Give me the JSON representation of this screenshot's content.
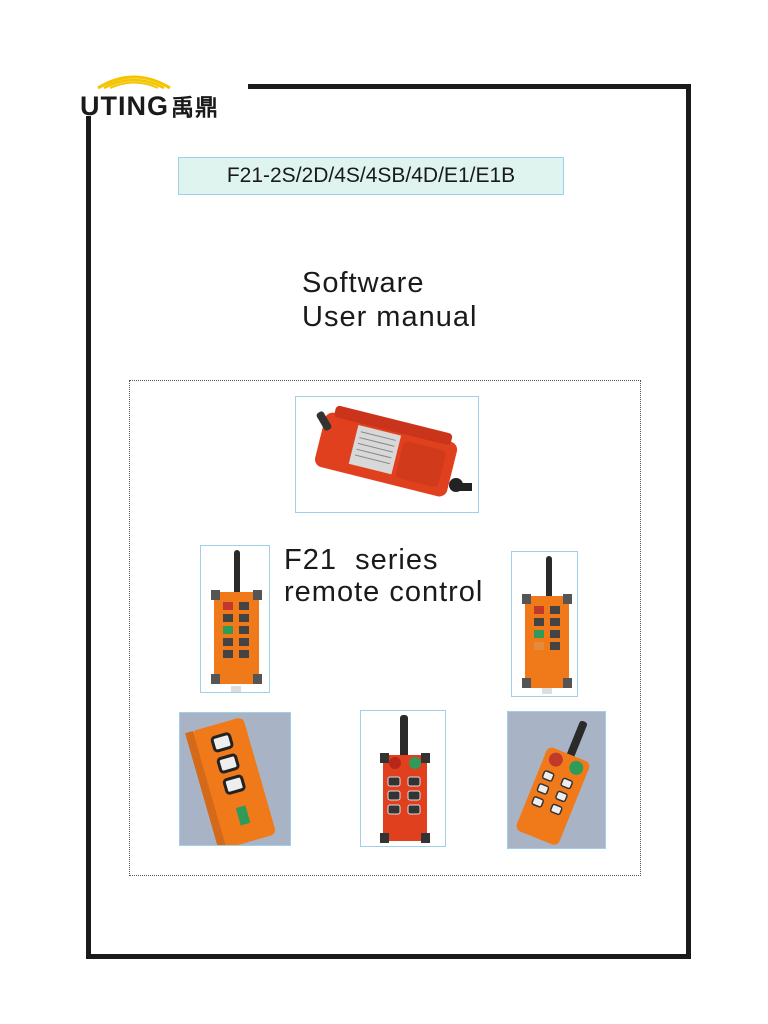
{
  "logo": {
    "brand": "UTING",
    "chinese": "禹鼎"
  },
  "model_code": "F21-2S/2D/4S/4SB/4D/E1/E1B",
  "title": {
    "line1": "Software",
    "line2": "User manual"
  },
  "series": {
    "line1": "F21  series",
    "line2": "remote control"
  },
  "colors": {
    "accent_orange": "#f07a1a",
    "body_red": "#e0401e",
    "frame": "#1a1a1a",
    "box_fill": "#dff3ef",
    "box_border": "#9fd0ea"
  },
  "photos": [
    {
      "name": "receiver-unit-photo"
    },
    {
      "name": "remote-6-button-left-photo"
    },
    {
      "name": "remote-6-button-right-photo"
    },
    {
      "name": "remote-angled-3-button-photo"
    },
    {
      "name": "remote-red-6-button-photo"
    },
    {
      "name": "remote-angled-estop-photo"
    }
  ]
}
